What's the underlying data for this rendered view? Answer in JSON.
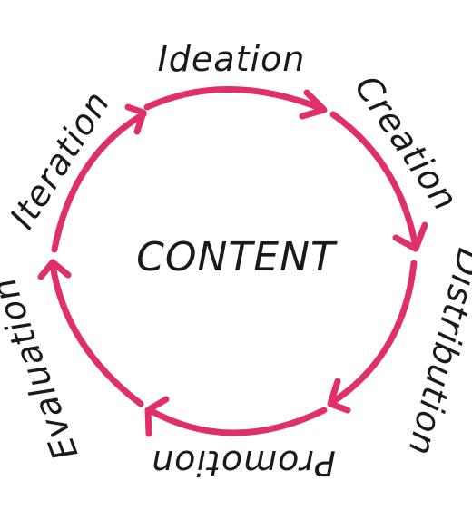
{
  "diagram": {
    "center_label": "CONTENT",
    "arrow_color": "#e0306a",
    "stages": [
      {
        "label": "Ideation"
      },
      {
        "label": "Creation"
      },
      {
        "label": "Distribution"
      },
      {
        "label": "Promotion"
      },
      {
        "label": "Evaluation"
      },
      {
        "label": "Iteration"
      }
    ]
  }
}
